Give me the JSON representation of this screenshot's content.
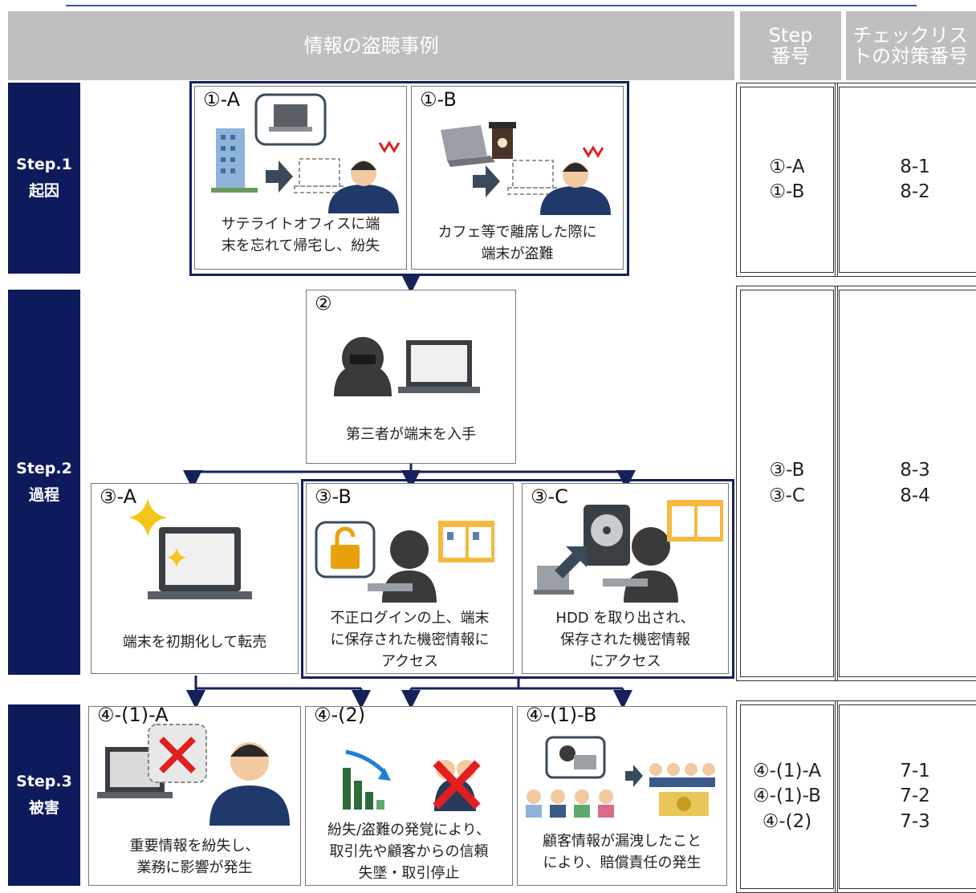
{
  "header": {
    "case_title": "情報の盗聴事例",
    "step_no_line1": "Step",
    "step_no_line2": "番号",
    "checklist_line1": "チェックリス",
    "checklist_line2": "トの対策番号"
  },
  "steps": [
    {
      "label": "Step.1",
      "name": "起因",
      "ids": [
        "①-A",
        "①-B"
      ],
      "measures": [
        "8-1",
        "8-2"
      ]
    },
    {
      "label": "Step.2",
      "name": "過程",
      "ids": [
        "③-B",
        "③-C"
      ],
      "measures": [
        "8-3",
        "8-4"
      ]
    },
    {
      "label": "Step.3",
      "name": "被害",
      "ids": [
        "④-(1)-A",
        "④-(1)-B",
        "④-(2)"
      ],
      "measures": [
        "7-1",
        "7-2",
        "7-3"
      ]
    }
  ],
  "cards": {
    "c1a": {
      "tag": "①-A",
      "line1": "サテライトオフィスに端",
      "line2": "末を忘れて帰宅し、紛失"
    },
    "c1b": {
      "tag": "①-B",
      "line1": "カフェ等で離席した際に",
      "line2": "端末が盗難"
    },
    "c2": {
      "tag": "②",
      "line1": "第三者が端末を入手"
    },
    "c3a": {
      "tag": "③-A",
      "line1": "端末を初期化して転売"
    },
    "c3b": {
      "tag": "③-B",
      "line1": "不正ログインの上、端末",
      "line2": "に保存された機密情報に",
      "line3": "アクセス"
    },
    "c3c": {
      "tag": "③-C",
      "line1": "HDD を取り出され、",
      "line2": "保存された機密情報",
      "line3": "にアクセス"
    },
    "c41a": {
      "tag": "④-(1)-A",
      "line1": "重要情報を紛失し、",
      "line2": "業務に影響が発生"
    },
    "c42": {
      "tag": "④-(2)",
      "line1": "紛失/盗難の発覚により、",
      "line2": "取引先や顧客からの信頼",
      "line3": "失墜・取引停止"
    },
    "c41b": {
      "tag": "④-(1)-B",
      "line1": "顧客情報が漏洩したこと",
      "line2": "により、賠償責任の発生"
    }
  },
  "colors": {
    "navy": "#0d1a5c",
    "header_gray": "#bfbfbf",
    "alert_red": "#e02020",
    "arrow": "#16215c"
  }
}
